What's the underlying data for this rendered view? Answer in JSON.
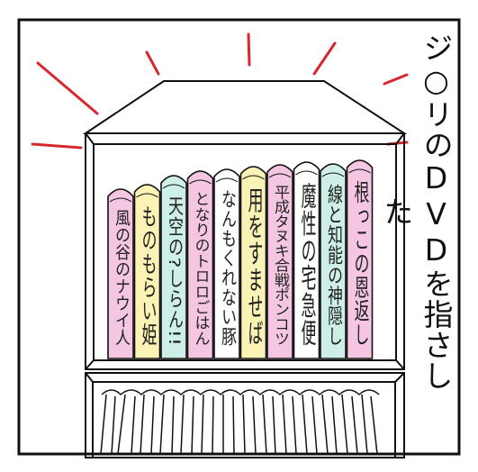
{
  "caption": "ジ○リのDVDを指さした",
  "colors": {
    "ink": "#111111",
    "accent_red": "#d7282f",
    "pink": "#f4c6e1",
    "yellow": "#fbf3b5",
    "mint": "#cdefe8",
    "white": "#ffffff"
  },
  "books": [
    {
      "title": "風の谷のナウイ人",
      "color": "#f4c6e1",
      "icon": "book-spine"
    },
    {
      "title": "ものもらい姫",
      "color": "#fbf3b5",
      "icon": "book-spine"
    },
    {
      "title": "天空の?しらん!!",
      "color": "#cdefe8",
      "icon": "book-spine"
    },
    {
      "title": "となりのトロロごはん",
      "color": "#f4c6e1",
      "icon": "book-spine"
    },
    {
      "title": "なんもくれない豚",
      "color": "#ffffff",
      "icon": "book-spine"
    },
    {
      "title": "用をすませば",
      "color": "#fbf3b5",
      "icon": "book-spine"
    },
    {
      "title": "平成タヌキ合戦ポンコツ",
      "color": "#f4c6e1",
      "icon": "book-spine"
    },
    {
      "title": "魔性の宅急便",
      "color": "#ffffff",
      "icon": "book-spine"
    },
    {
      "title": "線と知能の神隠し",
      "color": "#cdefe8",
      "icon": "book-spine"
    },
    {
      "title": "根っこの恩返し",
      "color": "#f4c6e1",
      "icon": "book-spine"
    }
  ]
}
